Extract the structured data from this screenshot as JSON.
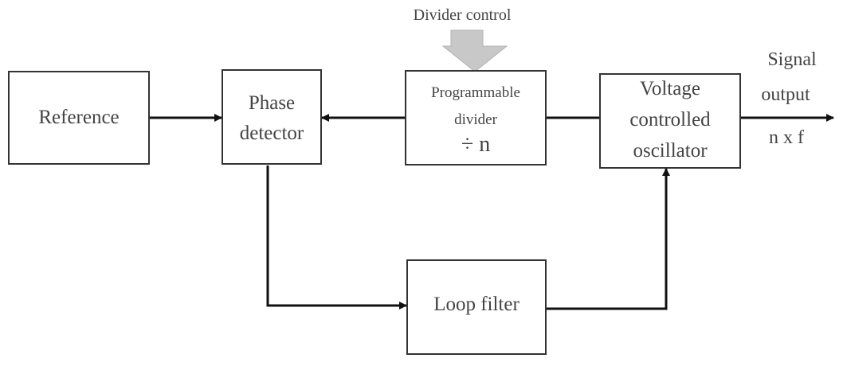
{
  "diagram": {
    "control_input": "Divider control",
    "blocks": {
      "reference": "Reference",
      "phase_detector": [
        "Phase",
        "detector"
      ],
      "programmable_divider": {
        "lines": [
          "Programmable",
          "divider"
        ],
        "division_symbol": "÷",
        "division_value": "n"
      },
      "vco": [
        "Voltage",
        "controlled",
        "oscillator"
      ],
      "loop_filter": "Loop filter"
    },
    "output": {
      "lines": [
        "Signal",
        "output"
      ],
      "frequency": "n x f"
    }
  }
}
